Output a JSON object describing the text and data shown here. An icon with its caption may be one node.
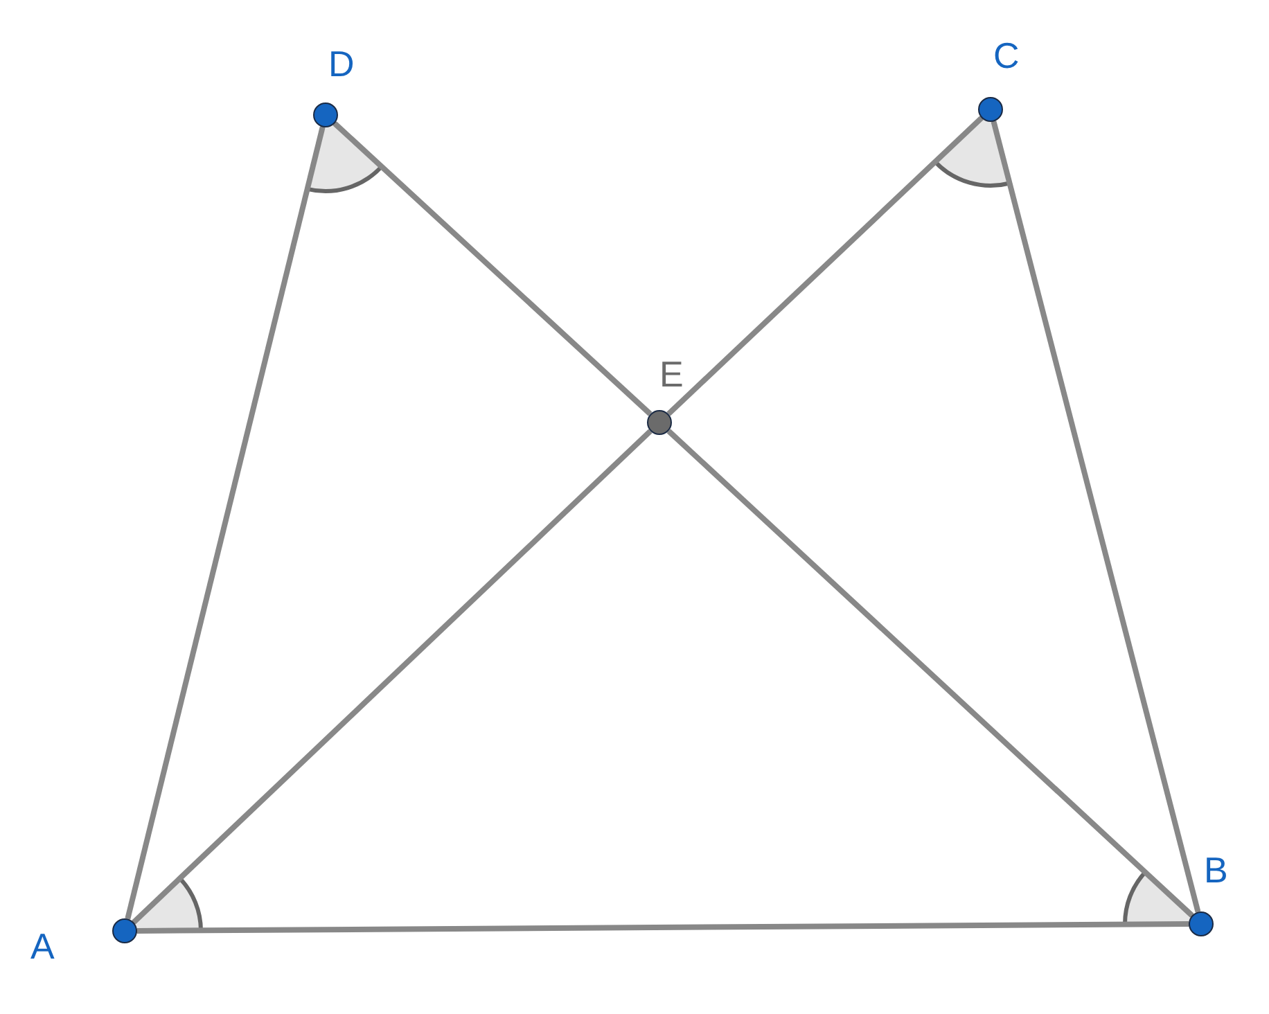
{
  "diagram": {
    "nodes": [
      {
        "text": [
          "D"
        ]
      },
      {
        "text": [
          "C"
        ]
      },
      {
        "text": [
          "E"
        ]
      },
      {
        "text": [
          "A"
        ]
      },
      {
        "text": [
          "B"
        ]
      }
    ],
    "edges": [
      {
        "from": 3,
        "to": 0,
        "arrow": "none"
      },
      {
        "from": 0,
        "to": 2,
        "arrow": "none"
      },
      {
        "from": 2,
        "to": 4,
        "arrow": "none"
      },
      {
        "from": 3,
        "to": 2,
        "arrow": "none"
      },
      {
        "from": 2,
        "to": 1,
        "arrow": "none"
      },
      {
        "from": 1,
        "to": 4,
        "arrow": "none"
      },
      {
        "from": 3,
        "to": 4,
        "arrow": "none"
      }
    ]
  }
}
